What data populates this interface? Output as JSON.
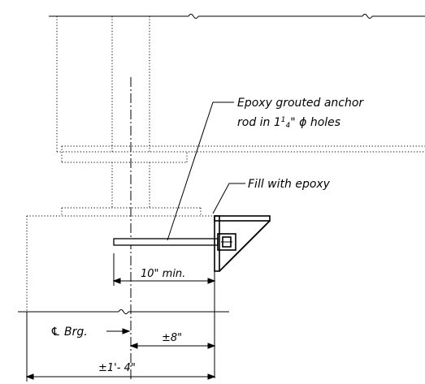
{
  "notes": {
    "anchor_line1": "Epoxy grouted anchor",
    "anchor_line2a": "rod in 1",
    "anchor_frac_num": "1",
    "anchor_frac_den": "4",
    "anchor_line2b": "\" ϕ holes",
    "fill": "Fill with epoxy",
    "bearing": "℄ Brg."
  },
  "dimensions": {
    "min_embed": "10\" min.",
    "offset": "±8\"",
    "overall": "±1'- 4\""
  }
}
